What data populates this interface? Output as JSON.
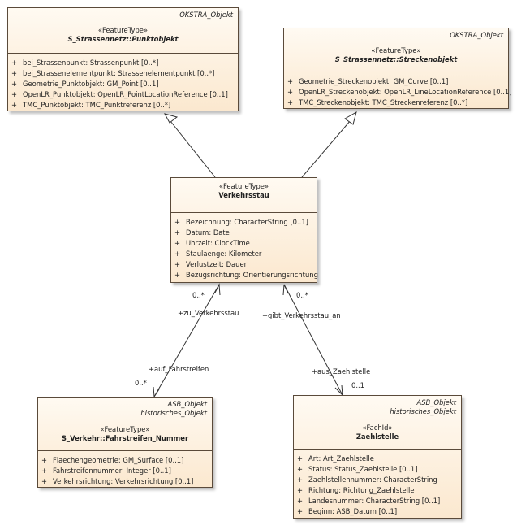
{
  "classes": {
    "punktobjekt": {
      "tags": [
        "OKSTRA_Objekt"
      ],
      "stereotype": "«FeatureType»",
      "name": "S_Strassennetz::Punktobjekt",
      "attributes": [
        {
          "vis": "+",
          "text": "bei_Strassenpunkt: Strassenpunkt [0..*]"
        },
        {
          "vis": "+",
          "text": "bei_Strassenelementpunkt: Strassenelementpunkt [0..*]"
        },
        {
          "vis": "+",
          "text": "Geometrie_Punktobjekt: GM_Point [0..1]"
        },
        {
          "vis": "+",
          "text": "OpenLR_Punktobjekt: OpenLR_PointLocationReference [0..1]"
        },
        {
          "vis": "+",
          "text": "TMC_Punktobjekt: TMC_Punktreferenz [0..*]"
        }
      ]
    },
    "streckenobjekt": {
      "tags": [
        "OKSTRA_Objekt"
      ],
      "stereotype": "«FeatureType»",
      "name": "S_Strassennetz::Streckenobjekt",
      "attributes": [
        {
          "vis": "+",
          "text": "Geometrie_Streckenobjekt: GM_Curve [0..1]"
        },
        {
          "vis": "+",
          "text": "OpenLR_Streckenobjekt: OpenLR_LineLocationReference [0..1]"
        },
        {
          "vis": "+",
          "text": "TMC_Streckenobjekt: TMC_Streckenreferenz [0..*]"
        }
      ]
    },
    "verkehrsstau": {
      "tags": [],
      "stereotype": "«FeatureType»",
      "name": "Verkehrsstau",
      "attributes": [
        {
          "vis": "+",
          "text": "Bezeichnung: CharacterString [0..1]"
        },
        {
          "vis": "+",
          "text": "Datum: Date"
        },
        {
          "vis": "+",
          "text": "Uhrzeit: ClockTime"
        },
        {
          "vis": "+",
          "text": "Staulaenge: Kilometer"
        },
        {
          "vis": "+",
          "text": "Verlustzeit: Dauer"
        },
        {
          "vis": "+",
          "text": "Bezugsrichtung: Orientierungsrichtung"
        }
      ]
    },
    "fahrstreifen": {
      "tags": [
        "ASB_Objekt",
        "historisches_Objekt"
      ],
      "stereotype": "«FeatureType»",
      "name": "S_Verkehr::Fahrstreifen_Nummer",
      "attributes": [
        {
          "vis": "+",
          "text": "Flaechengeometrie: GM_Surface [0..1]"
        },
        {
          "vis": "+",
          "text": "Fahrstreifennummer: Integer [0..1]"
        },
        {
          "vis": "+",
          "text": "Verkehrsrichtung: Verkehrsrichtung [0..1]"
        }
      ]
    },
    "zaehlstelle": {
      "tags": [
        "ASB_Objekt",
        "historisches_Objekt"
      ],
      "stereotype": "«FachId»",
      "name": "Zaehlstelle",
      "attributes": [
        {
          "vis": "+",
          "text": "Art: Art_Zaehlstelle"
        },
        {
          "vis": "+",
          "text": "Status: Status_Zaehlstelle [0..1]"
        },
        {
          "vis": "+",
          "text": "Zaehlstellennummer: CharacterString"
        },
        {
          "vis": "+",
          "text": "Richtung: Richtung_Zaehlstelle"
        },
        {
          "vis": "+",
          "text": "Landesnummer: CharacterString [0..1]"
        },
        {
          "vis": "+",
          "text": "Beginn: ASB_Datum [0..1]"
        }
      ]
    }
  },
  "associations": {
    "fahrstreifen": {
      "near_source_mult": "0..*",
      "near_source_role": "+zu_Verkehrsstau",
      "near_target_role": "+auf_Fahrstreifen",
      "near_target_mult": "0..*"
    },
    "zaehlstelle": {
      "near_source_mult": "0..*",
      "near_source_role": "+gibt_Verkehrsstau_an",
      "near_target_role": "+aus_Zaehlstelle",
      "near_target_mult": "0..1"
    }
  }
}
